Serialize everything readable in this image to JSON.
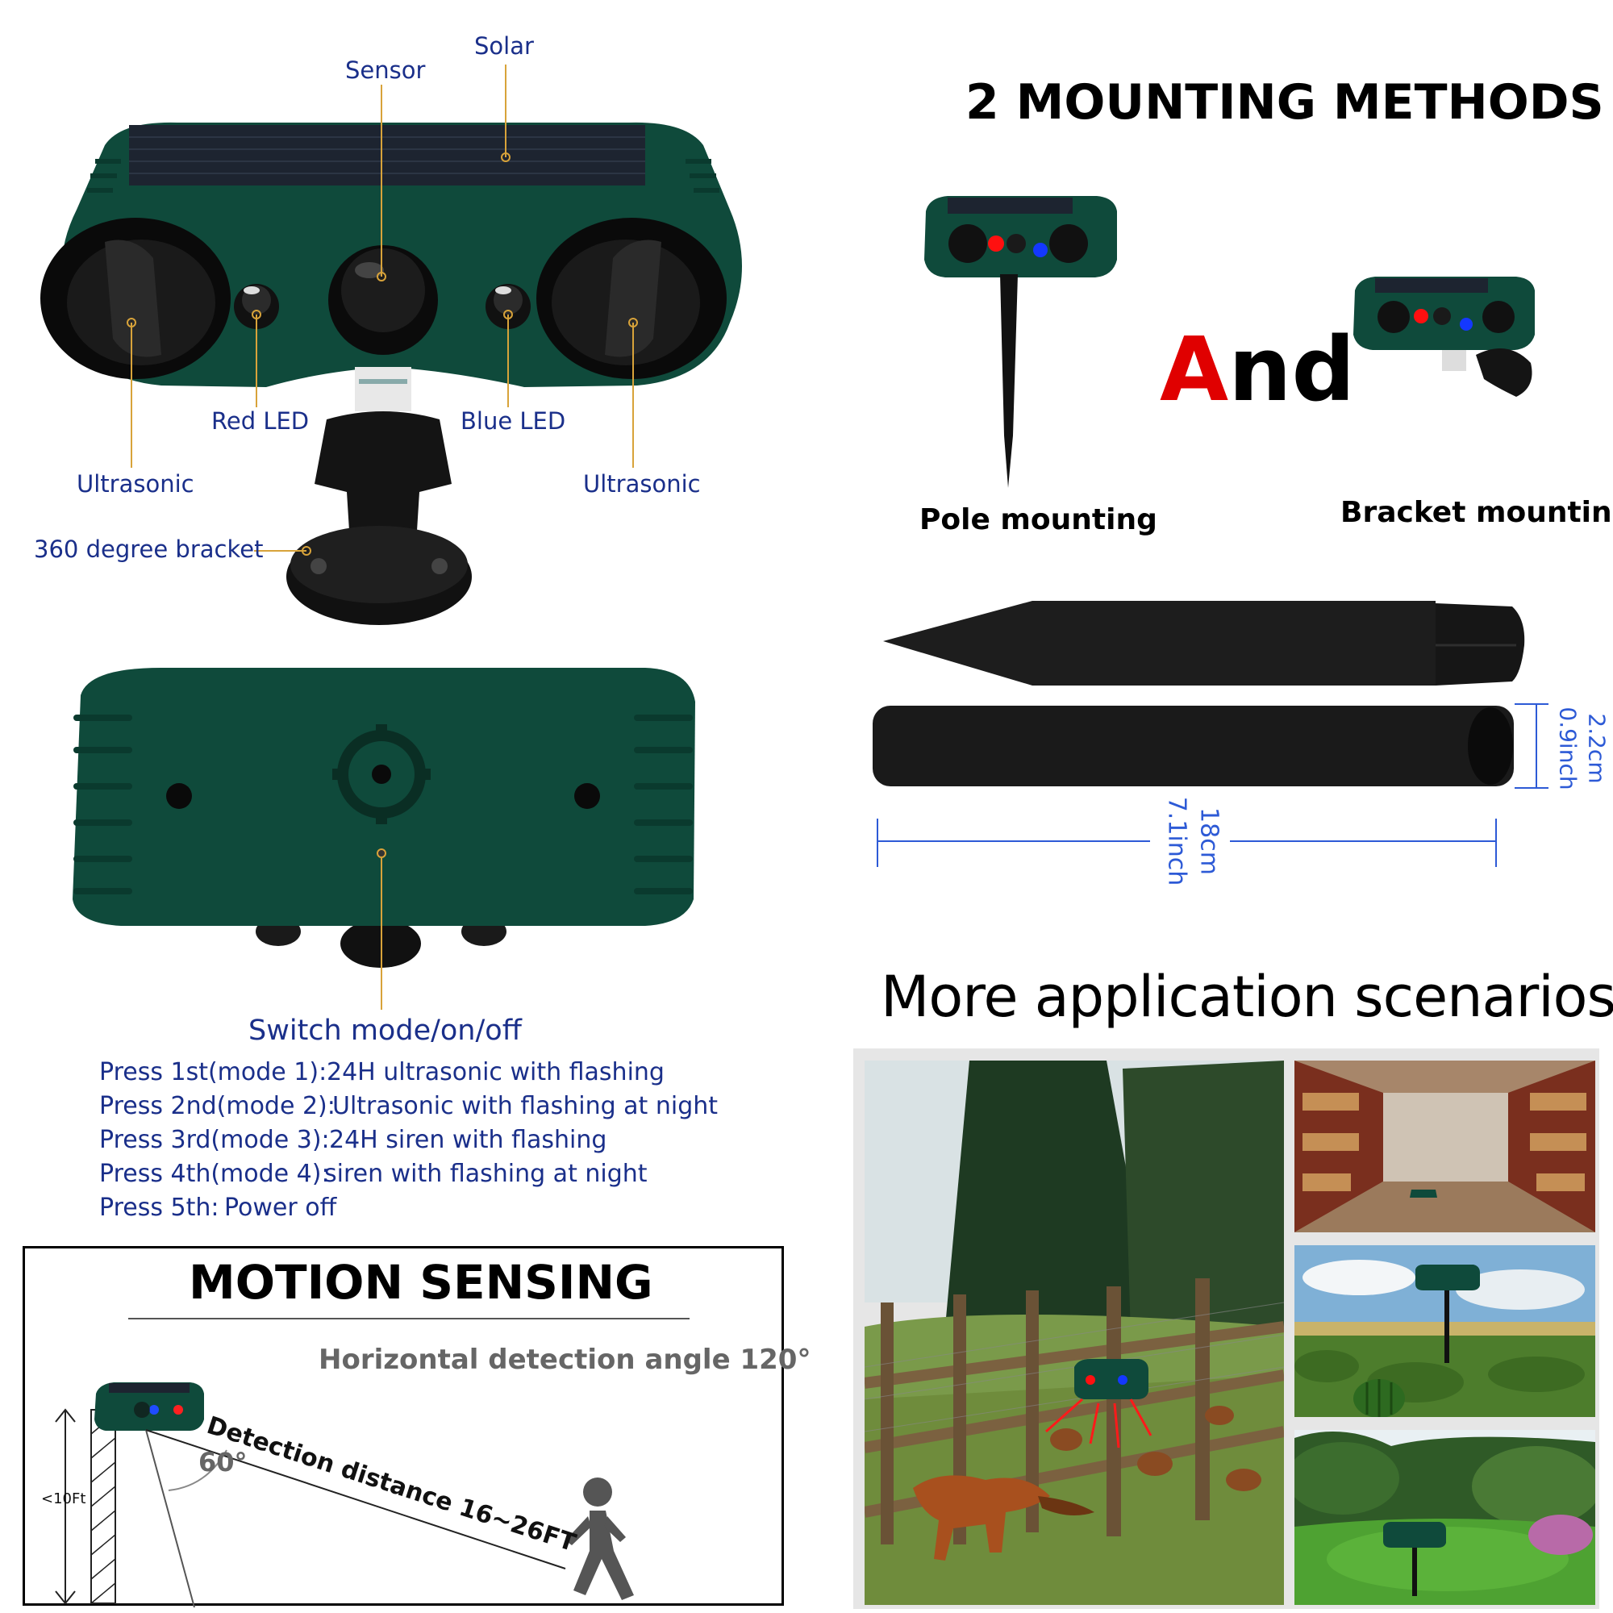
{
  "product_labels": {
    "solar": "Solar",
    "sensor": "Sensor",
    "red_led": "Red LED",
    "blue_led": "Blue LED",
    "ultrasonic_left": "Ultrasonic",
    "ultrasonic_right": "Ultrasonic",
    "bracket": "360 degree bracket",
    "switch": "Switch mode/on/off"
  },
  "modes": [
    {
      "press": "Press 1st(mode 1):",
      "desc": "24H ultrasonic with flashing"
    },
    {
      "press": "Press 2nd(mode 2):",
      "desc": "Ultrasonic with flashing at night"
    },
    {
      "press": "Press 3rd(mode 3):",
      "desc": "24H siren with flashing"
    },
    {
      "press": "Press 4th(mode 4):",
      "desc": "siren with flashing at night"
    },
    {
      "press": "Press 5th:",
      "desc": "Power off"
    }
  ],
  "motion": {
    "title": "MOTION SENSING",
    "angle_text": "Horizontal detection angle 120°",
    "distance_text": "Detection distance 16~26FT",
    "vertical_angle": "60°",
    "height": "<10Ft"
  },
  "mounting": {
    "title": "2 MOUNTING METHODS",
    "and_first": "A",
    "and_rest": "nd",
    "pole": "Pole mounting",
    "bracket": "Bracket mounting",
    "dim_length_cm": "18cm",
    "dim_length_in": "7.1inch",
    "dim_dia_cm": "2.2cm",
    "dim_dia_in": "0.9inch"
  },
  "scenarios": {
    "title": "More application scenarios"
  },
  "colors": {
    "device_green": "#0f4a3b",
    "callout_text": "#1a2f8a",
    "leader_line": "#d8a33a",
    "and_red": "#e00000",
    "dimension_blue": "#2d5ad6"
  }
}
